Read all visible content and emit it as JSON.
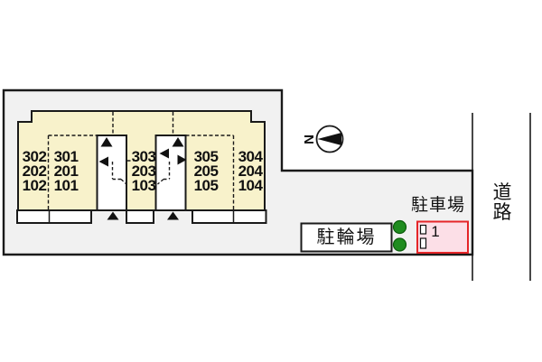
{
  "units": {
    "columns": [
      {
        "rooms": [
          "302",
          "202",
          "102"
        ]
      },
      {
        "rooms": [
          "301",
          "201",
          "101"
        ]
      },
      {
        "rooms": [
          "303",
          "203",
          "103"
        ]
      },
      {
        "rooms": [
          "305",
          "205",
          "105"
        ]
      },
      {
        "rooms": [
          "304",
          "204",
          "104"
        ]
      }
    ]
  },
  "labels": {
    "parking_lot": "駐車場",
    "bicycle_parking": "駐輪場",
    "road": "道路",
    "north_mark": "N",
    "parking_space_1": "1"
  },
  "colors": {
    "site_fill": "#f1f1f1",
    "building_fill": "#f8f2cb",
    "parking_space_fill": "#fcdfe7",
    "parking_space_border": "#e52528",
    "tree_green": "#1f8c1f",
    "line_color": "#1a1a1a"
  }
}
